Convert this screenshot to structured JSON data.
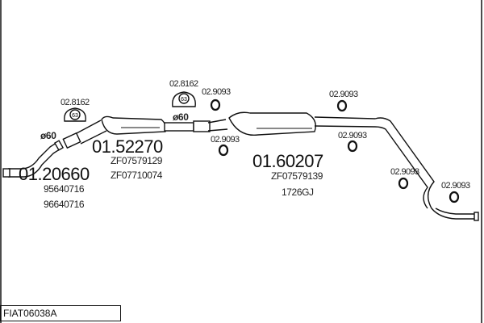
{
  "diagram_code": "FIAT06038A",
  "parts": {
    "front_pipe": {
      "number": "01.20660",
      "refs": [
        "95640716",
        "96640716"
      ],
      "diameter": "ø60"
    },
    "middle_silencer": {
      "number": "01.52270",
      "refs": [
        "ZF07579129",
        "ZF07710074"
      ],
      "diameter": "ø60"
    },
    "rear_silencer": {
      "number": "01.60207",
      "refs": [
        "ZF07579139",
        "1726GJ"
      ]
    }
  },
  "clamps": [
    {
      "number": "02.8162",
      "size": "63"
    },
    {
      "number": "02.8162",
      "size": "63"
    }
  ],
  "rubber_mounts": [
    "02.9093",
    "02.9093",
    "02.9093",
    "02.9093",
    "02.9093",
    "02.9093"
  ]
}
